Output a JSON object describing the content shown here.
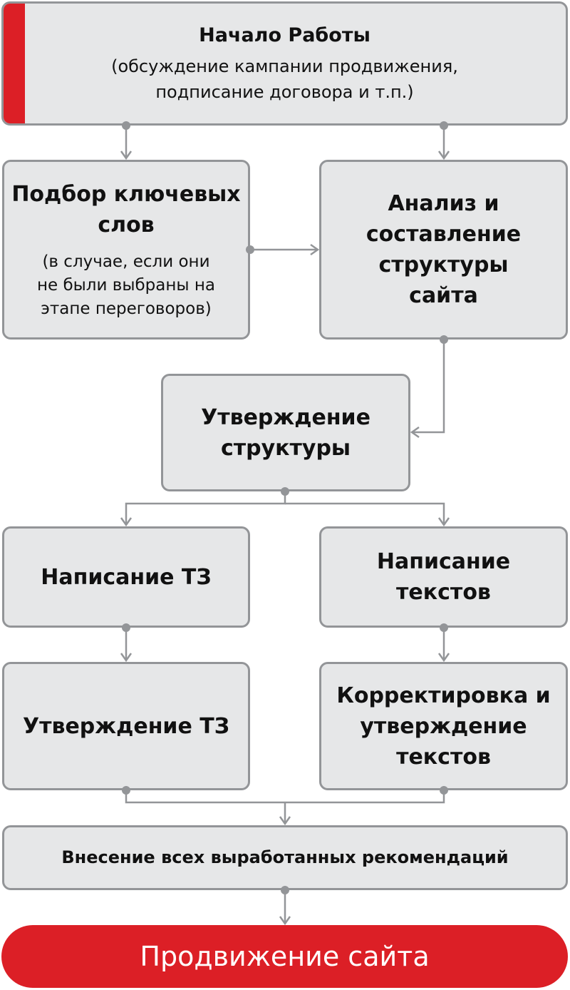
{
  "colors": {
    "box_fill": "#e6e7e8",
    "box_border": "#939598",
    "connector": "#939598",
    "accent": "#dc1f26",
    "final_text": "#ffffff"
  },
  "nodes": {
    "start": {
      "title": "Начало Работы",
      "subtitle_line1": "(обсуждение кампании продвижения,",
      "subtitle_line2": "подписание договора и т.п.)"
    },
    "keywords": {
      "title_line1": "Подбор ключевых",
      "title_line2": "слов",
      "subtitle_line1": "(в случае, если они",
      "subtitle_line2": "не были выбраны на",
      "subtitle_line3": "этапе переговоров)"
    },
    "analysis": {
      "line1": "Анализ и",
      "line2": "составление",
      "line3": "структуры",
      "line4": "сайта"
    },
    "approve_structure": {
      "line1": "Утверждение",
      "line2": "структуры"
    },
    "write_spec": {
      "line1": "Написание ТЗ"
    },
    "write_texts": {
      "line1": "Написание",
      "line2": "текстов"
    },
    "approve_spec": {
      "line1": "Утверждение ТЗ"
    },
    "correct_texts": {
      "line1": "Корректировка и",
      "line2": "утверждение",
      "line3": "текстов"
    },
    "apply_recommendations": {
      "line1": "Внесение всех выработанных рекомендаций"
    },
    "promotion": {
      "line1": "Продвижение сайта"
    }
  }
}
